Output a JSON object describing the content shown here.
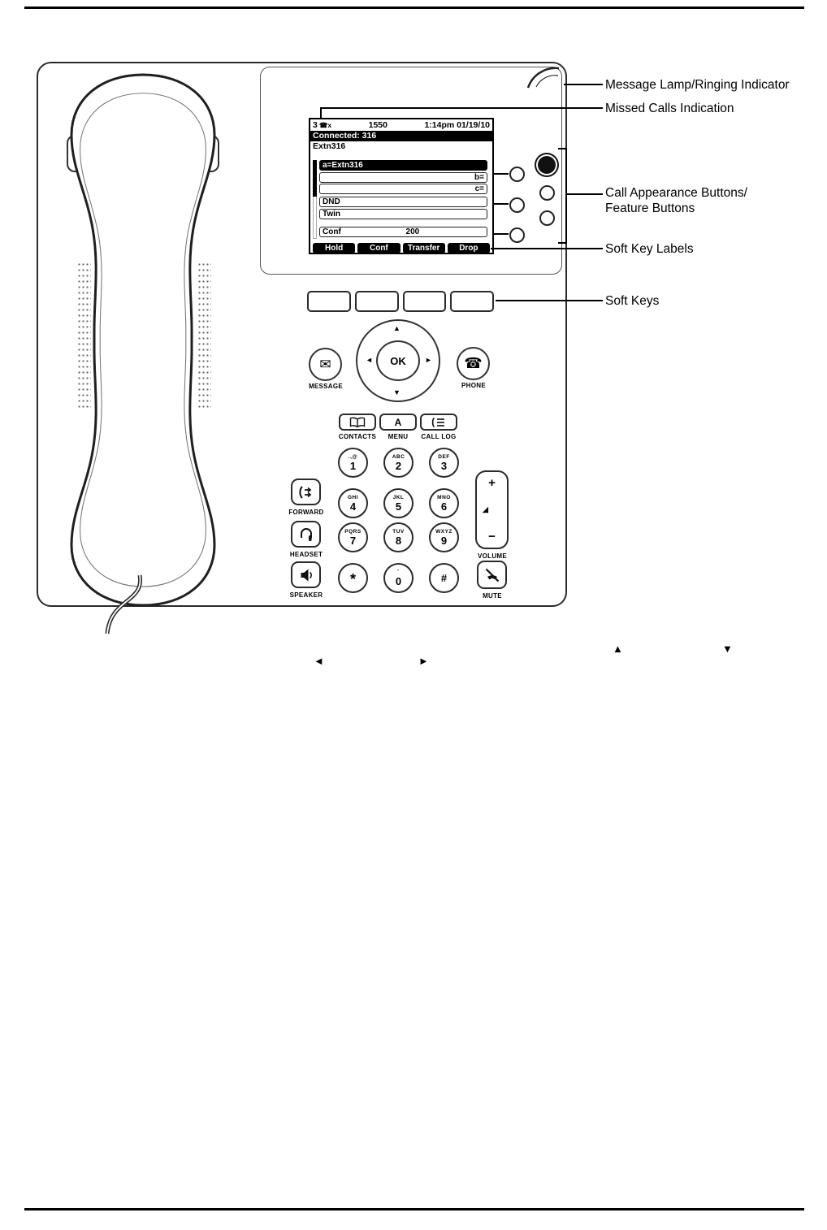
{
  "page": {
    "callouts": {
      "message_lamp": "Message Lamp/Ringing Indicator",
      "missed_calls": "Missed Calls Indication",
      "call_appearance_line1": "Call Appearance Buttons/",
      "call_appearance_line2": "Feature Buttons",
      "soft_key_labels": "Soft Key Labels",
      "soft_keys": "Soft Keys"
    },
    "glyphs": {
      "left_arrow": "◄",
      "right_arrow": "►",
      "up_arrow": "▲",
      "down_arrow": "▼"
    }
  },
  "phone": {
    "screen": {
      "status": {
        "missed_count": "3",
        "missed_icon": "☎x",
        "extension": "1550",
        "datetime": "1:14pm 01/19/10"
      },
      "connected_bar": "Connected: 316",
      "caller": "Extn316",
      "lines": [
        {
          "left": "a=Extn316",
          "mid": "",
          "right": ""
        },
        {
          "left": "",
          "mid": "",
          "right": "b="
        },
        {
          "left": "",
          "mid": "",
          "right": "c="
        },
        {
          "left": "DND",
          "mid": "",
          "right": ""
        },
        {
          "left": "Twin",
          "mid": "",
          "right": ""
        },
        {
          "left": "Conf",
          "mid": "200",
          "right": ""
        }
      ],
      "softkey_labels": [
        "Hold",
        "Conf",
        "Transfer",
        "Drop"
      ]
    },
    "nav": {
      "ok": "OK",
      "up": "▲",
      "down": "▼",
      "left": "◄",
      "right": "►",
      "message_label": "MESSAGE",
      "message_icon": "✉",
      "phone_label": "PHONE",
      "phone_icon": "☎"
    },
    "feature_row": {
      "contacts_label": "CONTACTS",
      "menu_label": "MENU",
      "menu_glyph": "A",
      "calllog_label": "CALL LOG"
    },
    "keypad": [
      {
        "letters": ".,@",
        "digit": "1"
      },
      {
        "letters": "ABC",
        "digit": "2"
      },
      {
        "letters": "DEF",
        "digit": "3"
      },
      {
        "letters": "GHI",
        "digit": "4"
      },
      {
        "letters": "JKL",
        "digit": "5"
      },
      {
        "letters": "MNO",
        "digit": "6"
      },
      {
        "letters": "PQRS",
        "digit": "7"
      },
      {
        "letters": "TUV",
        "digit": "8"
      },
      {
        "letters": "WXYZ",
        "digit": "9"
      },
      {
        "letters": "",
        "digit": "*"
      },
      {
        "letters": "˘",
        "digit": "0"
      },
      {
        "letters": "",
        "digit": "#"
      }
    ],
    "left_keys": {
      "forward_label": "FORWARD",
      "headset_label": "HEADSET",
      "speaker_label": "SPEAKER"
    },
    "right_keys": {
      "volume_plus": "+",
      "volume_minus": "−",
      "volume_label": "VOLUME",
      "mute_label": "MUTE"
    }
  }
}
